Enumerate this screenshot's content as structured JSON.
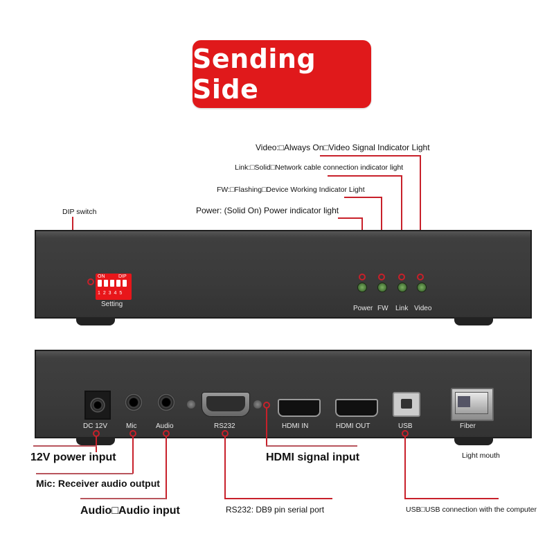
{
  "title": "Sending Side",
  "callouts": {
    "video": "Video:□Always On□Video Signal Indicator Light",
    "link": "Link:□Solid□Network cable connection indicator light",
    "fw": "FW:□Flashing□Device Working Indicator Light",
    "power": "Power: (Solid On) Power indicator light",
    "dip": "DIP switch",
    "dc": "12V power input",
    "mic": "Mic: Receiver audio output",
    "audio": "Audio□Audio input",
    "hdmi": "HDMI signal input",
    "rs232": "RS232: DB9 pin serial port",
    "usb": "USB□USB connection with the computer",
    "light_mouth": "Light mouth"
  },
  "front_panel": {
    "dip_on": "ON",
    "dip_label": "DIP",
    "dip_numbers": "1 2 3 4 5",
    "setting": "Setting",
    "leds": [
      "Power",
      "FW",
      "Link",
      "Video"
    ]
  },
  "rear_panel": {
    "ports": [
      "DC 12V",
      "Mic",
      "Audio",
      "RS232",
      "HDMI IN",
      "HDMI OUT",
      "USB",
      "Fiber"
    ]
  },
  "colors": {
    "accent_red": "#e0191b",
    "line_red": "#c8202a",
    "panel": "#3a3a3a"
  }
}
